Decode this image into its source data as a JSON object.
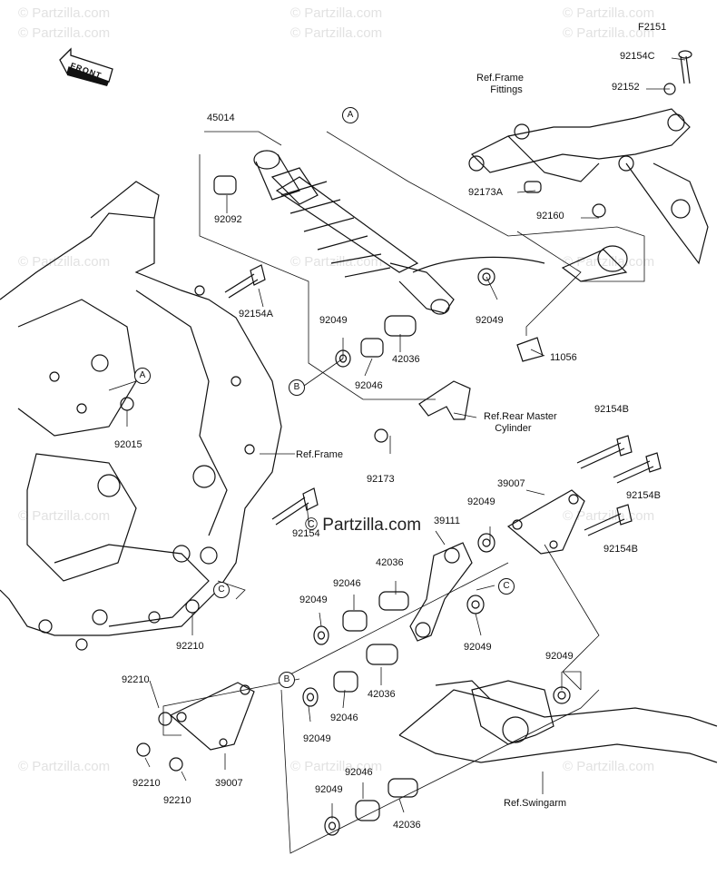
{
  "figure_code": "F2151",
  "watermark": "© Partzilla.com",
  "watermark_center": "© Partzilla.com",
  "front_label": "FRONT",
  "callouts": {
    "A": "A",
    "B": "B",
    "C": "C"
  },
  "parts": {
    "p45014": "45014",
    "p92092": "92092",
    "p92154A": "92154A",
    "p92049_a": "92049",
    "p92049_b": "92049",
    "p42036_a": "42036",
    "p92046_a": "92046",
    "p92015": "92015",
    "p92173": "92173",
    "p11056": "11056",
    "p92154C": "92154C",
    "p92152": "92152",
    "p92173A": "92173A",
    "p92160": "92160",
    "p92154B_a": "92154B",
    "p92154B_b": "92154B",
    "p92154B_c": "92154B",
    "p39007_a": "39007",
    "p92049_c": "92049",
    "p39111": "39111",
    "p92154": "92154",
    "p42036_b": "42036",
    "p92046_b": "92046",
    "p92049_d": "92049",
    "p92049_e": "92049",
    "p92210_a": "92210",
    "p92049_f": "92049",
    "p92210_b": "92210",
    "p42036_c": "42036",
    "p92046_c": "92046",
    "p92049_g": "92049",
    "p92210_c": "92210",
    "p39007_b": "39007",
    "p92210_d": "92210",
    "p92046_d": "92046",
    "p92049_h": "92049",
    "p42036_d": "42036"
  },
  "refs": {
    "frame_fittings": "Ref.Frame\n     Fittings",
    "rear_master": "Ref.Rear Master\n    Cylinder",
    "frame": "Ref.Frame",
    "swingarm": "Ref.Swingarm"
  }
}
